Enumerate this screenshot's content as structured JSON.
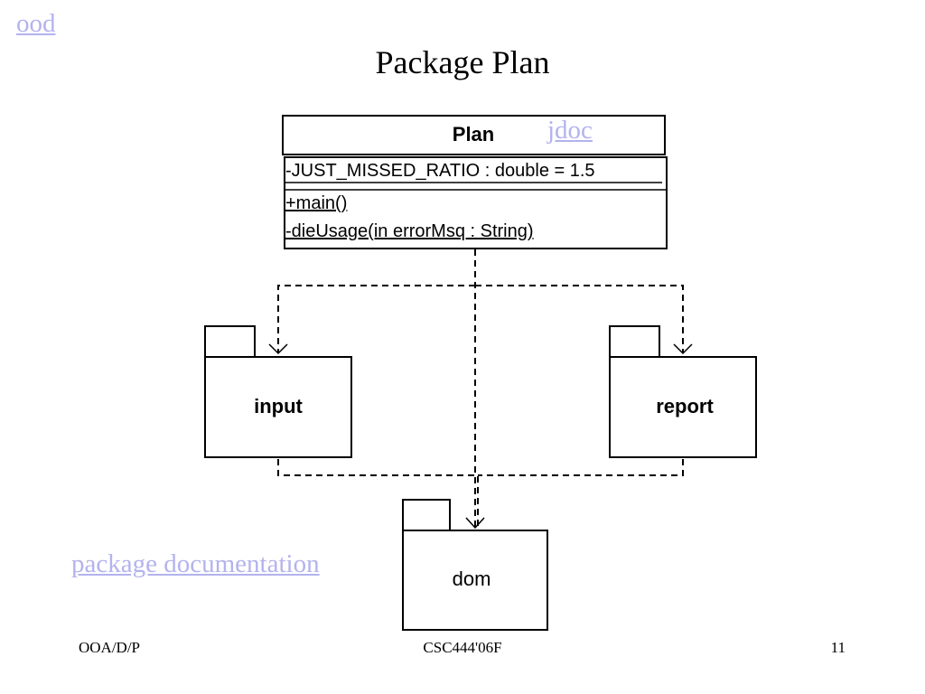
{
  "nav": {
    "ood_link": "ood"
  },
  "title": "Package Plan",
  "class_box": {
    "name": "Plan",
    "jdoc_link": "jdoc",
    "attributes": [
      "-JUST_MISSED_RATIO : double = 1.5"
    ],
    "operations": [
      "+main()",
      "-dieUsage(in errorMsq : String)"
    ]
  },
  "packages": {
    "input": "input",
    "report": "report",
    "dom": "dom"
  },
  "package_doc_link": "package documentation",
  "footer": {
    "left": "OOA/D/P",
    "center": "CSC444'06F",
    "page": "11"
  }
}
